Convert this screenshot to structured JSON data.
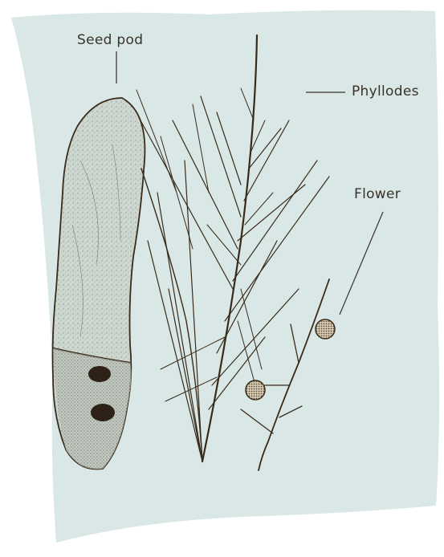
{
  "labels": {
    "seed_pod": "Seed pod",
    "phyllodes": "Phyllodes",
    "flower": "Flower"
  },
  "colors": {
    "background_panel": "#d9e8e6",
    "ink": "#3a2a1a",
    "pod_fill": "#cfd9d2"
  },
  "illustration": {
    "subject": "acacia-plant",
    "parts": [
      "seed-pod",
      "phyllodes",
      "flowers"
    ]
  }
}
